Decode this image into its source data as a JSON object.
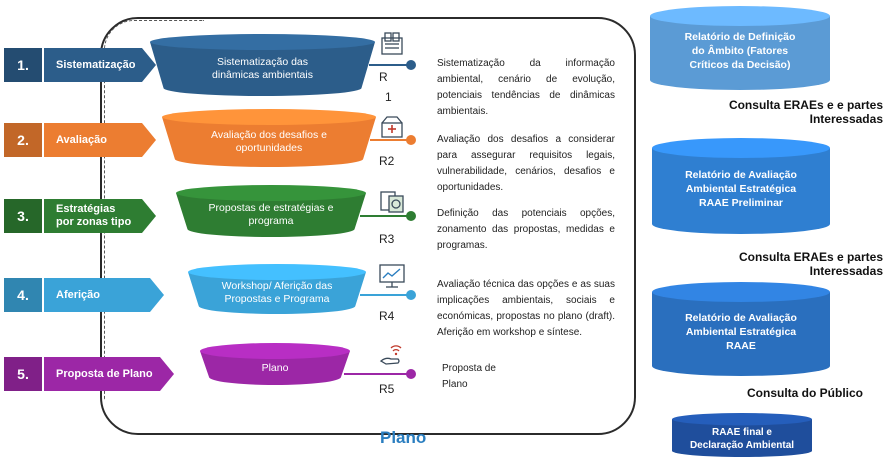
{
  "steps": [
    {
      "num": "1.",
      "label": [
        "Sistematização"
      ],
      "funnel_text": [
        "Sistematização das",
        "dinâmicas ambientais"
      ],
      "r_label": [
        "R",
        "1"
      ],
      "color": "#2c5d8a",
      "icon": "document-stack-icon",
      "description": "Sistematização da informação ambiental, cenário de evolução, potenciais tendências de dinâmicas ambientais."
    },
    {
      "num": "2.",
      "label": [
        "Avaliação"
      ],
      "funnel_text": [
        "Avaliação dos desafios e",
        "oportunidades"
      ],
      "r_label": [
        "R2"
      ],
      "color": "#ec7d31",
      "icon": "box-icon",
      "description": "Avaliação dos desafios a considerar para assegurar requisitos legais, vulnerabilidade, cenários, desafios e oportunidades."
    },
    {
      "num": "3.",
      "label": [
        "Estratégias",
        "por zonas tipo"
      ],
      "funnel_text": [
        "Propostas de estratégias e",
        "programa"
      ],
      "r_label": [
        "R3"
      ],
      "color": "#2e7d32",
      "icon": "strategy-icon",
      "description": "Definição das potenciais opções, zonamento das propostas, medidas e programas."
    },
    {
      "num": "4.",
      "label": [
        "Aferição"
      ],
      "funnel_text": [
        "Workshop/ Aferição das",
        "Propostas e Programa"
      ],
      "r_label": [
        "R4"
      ],
      "color": "#3aa3d8",
      "icon": "monitor-icon",
      "description": "Avaliação técnica das opções e as suas implicações ambientais, sociais e económicas, propostas no plano (draft). Aferição em workshop e síntese."
    },
    {
      "num": "5.",
      "label": [
        "Proposta de Plano"
      ],
      "funnel_text": [
        "Plano"
      ],
      "r_label": [
        "R5"
      ],
      "color": "#9c27a6",
      "icon": "hand-signal-icon",
      "description": "Proposta de Plano"
    }
  ],
  "frame_label": "Plano",
  "reports": [
    {
      "text": [
        "Relatório de Definição",
        "do Âmbito (Fatores",
        "Críticos da Decisão)"
      ],
      "color": "#5b9bd5"
    },
    {
      "text": [
        "Relatório de Avaliação",
        "Ambiental Estratégica",
        "RAAE Preliminar"
      ],
      "color": "#2f7fd1"
    },
    {
      "text": [
        "Relatório de Avaliação",
        "Ambiental Estratégica",
        "RAAE"
      ],
      "color": "#2a6fbe"
    },
    {
      "text": [
        "RAAE final e",
        "Declaração Ambiental"
      ],
      "color": "#1f4e9c"
    }
  ],
  "consultations": [
    [
      "Consulta ERAEs e e partes",
      "Interessadas"
    ],
    [
      "Consulta ERAEs e partes",
      "Interessadas"
    ],
    [
      "Consulta do Público"
    ]
  ]
}
